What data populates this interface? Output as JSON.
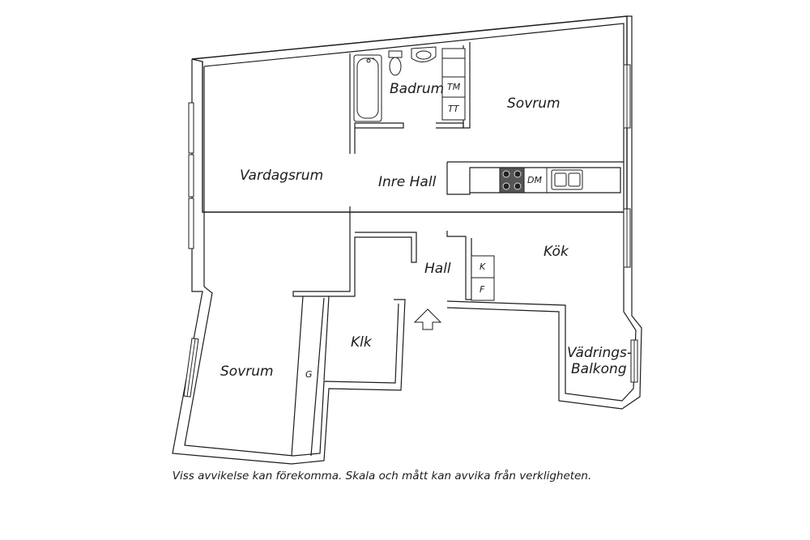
{
  "rooms": {
    "badrum": "Badrum",
    "sovrum_top": "Sovrum",
    "vardagsrum": "Vardagsrum",
    "inre_hall": "Inre Hall",
    "kok": "Kök",
    "hall": "Hall",
    "klk": "Klk",
    "sovrum_bottom": "Sovrum",
    "vadrings_line1": "Vädrings-",
    "vadrings_line2": "Balkong"
  },
  "fixtures": {
    "tm": "TM",
    "tt": "TT",
    "dm": "DM",
    "k": "K",
    "f": "F",
    "g": "G"
  },
  "icons": {
    "entrance": "entrance-arrow-icon",
    "stove": "stove-icon",
    "sink": "sink-icon",
    "bathtub": "bathtub-icon",
    "toilet": "toilet-icon",
    "washbasin": "washbasin-icon"
  },
  "disclaimer": "Viss avvikelse kan förekomma. Skala och mått kan avvika från verkligheten."
}
